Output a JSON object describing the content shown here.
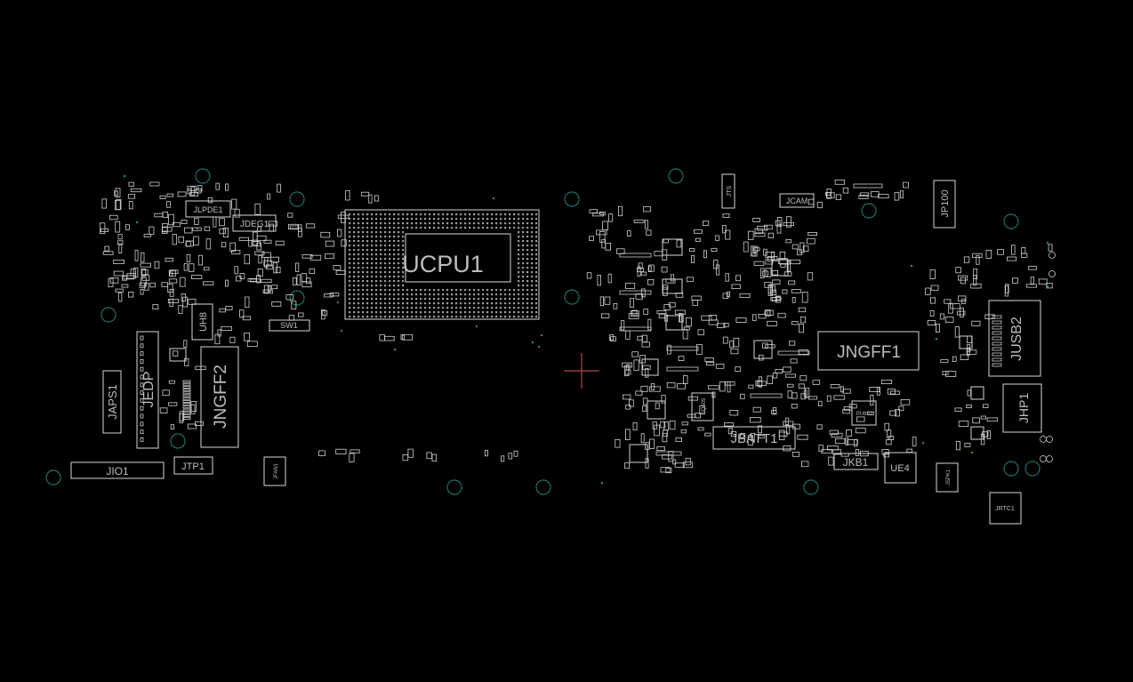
{
  "viewer": {
    "background": "#000000",
    "outline_color": "#d8d8d8",
    "via_color": "#1f6f66",
    "cursor_color": "#b04848"
  },
  "labels": {
    "ucpu1": "UCPU1",
    "jngff1": "JNGFF1",
    "jngff2": "JNGFF2",
    "jedp": "JEDP",
    "japs1": "JAPS1",
    "jio1": "JIO1",
    "jtp1": "JTP1",
    "uh8": "UH8",
    "jlpde1": "JLPDE1",
    "jdeg1": "JDEG1",
    "sw1": "SW1",
    "jbatt1": "JBATT1",
    "jkb1": "JKB1",
    "ue4": "UE4",
    "jusb2": "JUSB2",
    "jhp1": "JHP1",
    "jp100": "JP100",
    "jcam": "JCAM",
    "jts": "JTS",
    "jrtc1": "JRTC1",
    "jspk1": "JSPK1",
    "jfan1": "JFAN1",
    "pq605": "PQ605",
    "pu602": "PU602"
  }
}
